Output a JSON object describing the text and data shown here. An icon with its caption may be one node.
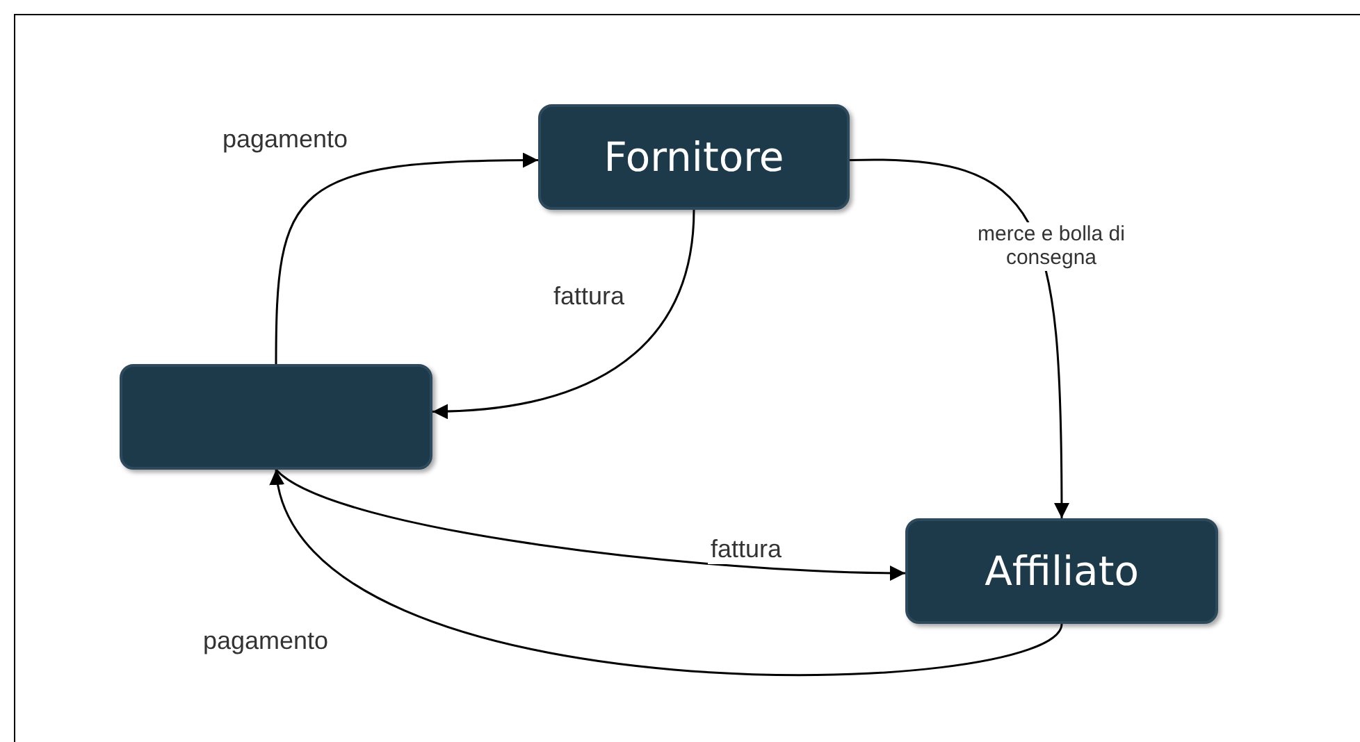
{
  "diagram": {
    "nodes": [
      {
        "text": [
          "Fornitore"
        ]
      },
      {
        "text": [],
        "shape": "box"
      },
      {
        "text": [
          "Affiliato"
        ]
      }
    ],
    "edges": [
      {
        "from": 1,
        "to": 0,
        "arrow": "to",
        "label": "pagamento"
      },
      {
        "from": 0,
        "to": 1,
        "arrow": "to",
        "label": "fattura"
      },
      {
        "from": 0,
        "to": 2,
        "arrow": "to",
        "label": "merce e bolla di consegna"
      },
      {
        "from": 1,
        "to": 2,
        "arrow": "to",
        "label": "fattura"
      },
      {
        "from": 2,
        "to": 1,
        "arrow": "to",
        "label": "pagamento"
      }
    ]
  }
}
